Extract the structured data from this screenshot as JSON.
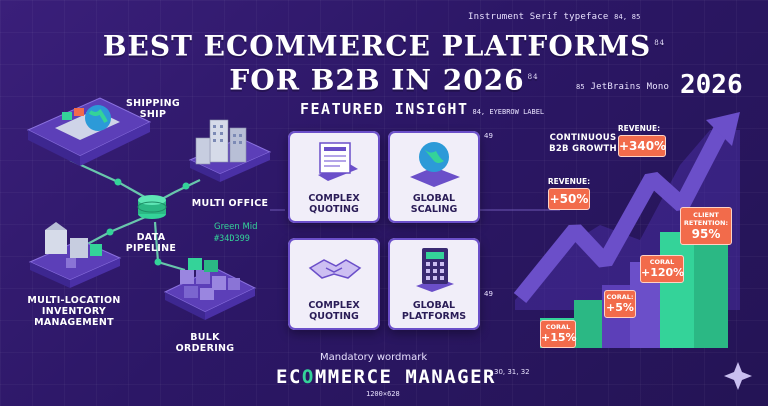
{
  "notes": {
    "typeface": "Instrument Serif typeface",
    "typeface_refs": "84, 85",
    "title_ref": "84",
    "title_ref2": "84",
    "mono_note": "JetBrains Mono",
    "mono_ref": "85",
    "eyebrow_ref": "84, EYEBROW LABEL",
    "card_ref_top": "49",
    "card_ref_bottom": "49",
    "wordmark_note": "Mandatory wordmark",
    "wordmark_ref": "30, 31, 32",
    "size": "1200×628"
  },
  "title": {
    "line1": "BEST ECOMMERCE PLATFORMS",
    "line2": "FOR B2B IN 2026"
  },
  "year": "2026",
  "eyebrow": "FEATURED INSIGHT",
  "network": {
    "shipping": "SHIPPING SHIP",
    "multi_office": "MULTI OFFICE",
    "pipeline": "DATA PIPELINE",
    "color_name": "Green Mid",
    "color_hex": "#34D399",
    "inventory": "MULTI-LOCATION INVENTORY MANAGEMENT",
    "bulk": "BULK ORDERING"
  },
  "cards": [
    {
      "label": "COMPLEX QUOTING",
      "icon": "document-icon"
    },
    {
      "label": "GLOBAL SCALING",
      "icon": "globe-icon"
    },
    {
      "label": "COMPLEX QUOTING",
      "icon": "handshake-icon"
    },
    {
      "label": "GLOBAL PLATFORMS",
      "icon": "calculator-icon"
    }
  ],
  "growth": {
    "title": "CONTINUOUS B2B GROWTH",
    "b1_label": "REVENUE:",
    "b1_value": "+340%",
    "b2_label": "REVENUE:",
    "b2_value": "+50%",
    "b3_label": "CLIENT RETENTION:",
    "b3_value": "95%",
    "b4_label": "CORAL",
    "b4_value": "+120%",
    "b5_label": "CORAL:",
    "b5_value": "+5%",
    "b6_label": "CORAL",
    "b6_value": "+15%"
  },
  "wordmark": {
    "pre": "EC",
    "accent": "O",
    "post": "MMERCE MANAGER"
  },
  "colors": {
    "accent": "#34D399",
    "coral": "#F26B4B",
    "purple": "#6B4FC9",
    "bg": "#2C1766"
  }
}
